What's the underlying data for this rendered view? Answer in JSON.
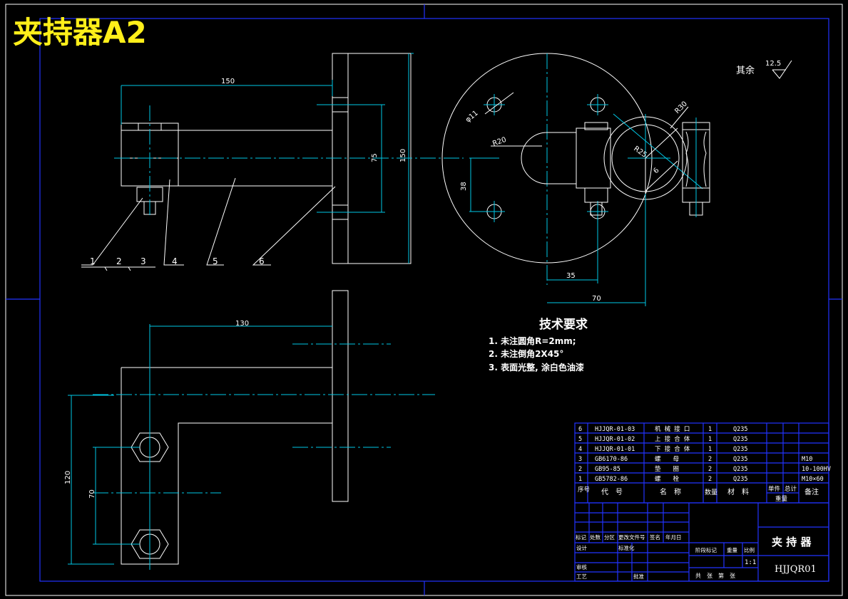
{
  "title": "夹持器A2",
  "surface_note": {
    "label": "其余",
    "value": "12.5"
  },
  "dims": {
    "d150_top": "150",
    "d75": "75",
    "d150_side": "150",
    "d130": "130",
    "d120": "120",
    "d70_left": "70",
    "d35": "35",
    "d70_bottom": "70",
    "d38": "38",
    "phi11": "φ11",
    "r20": "R20",
    "r30": "R30",
    "r25": "R25",
    "d6": "6"
  },
  "balloons": [
    "1",
    "2",
    "3",
    "4",
    "5",
    "6"
  ],
  "tech_req": {
    "heading": "技术要求",
    "items": [
      "1. 未注圆角R=2mm;",
      "2. 未注倒角2X45°",
      "3. 表面光整, 涂白色油漆"
    ]
  },
  "bom": {
    "rows": [
      {
        "no": "6",
        "code": "HJJQR-01-03",
        "name": "机 械 接 口",
        "qty": "1",
        "mat": "Q235",
        "note": ""
      },
      {
        "no": "5",
        "code": "HJJQR-01-02",
        "name": "上 接 合 体",
        "qty": "1",
        "mat": "Q235",
        "note": ""
      },
      {
        "no": "4",
        "code": "HJJQR-01-01",
        "name": "下 接 合 体",
        "qty": "1",
        "mat": "Q235",
        "note": ""
      },
      {
        "no": "3",
        "code": "GB6170-86",
        "name": "螺　　母",
        "qty": "2",
        "mat": "Q235",
        "note": "M10"
      },
      {
        "no": "2",
        "code": "GB95-85",
        "name": "垫　　圈",
        "qty": "2",
        "mat": "Q235",
        "note": "10-100HV"
      },
      {
        "no": "1",
        "code": "GB5782-86",
        "name": "螺　　栓",
        "qty": "2",
        "mat": "Q235",
        "note": "M10×60"
      }
    ],
    "header": {
      "no": "序号",
      "code": "代　号",
      "name": "名　称",
      "qty": "数量",
      "mat": "材　料",
      "unit": "单件",
      "total": "总计",
      "weight": "重量",
      "note": "备注"
    }
  },
  "title_block": {
    "part_name": "夹 持 器",
    "drawing_no": "HJJQR01",
    "scale": "1:1",
    "labels": {
      "mark": "标记",
      "count": "处数",
      "zone": "分区",
      "doc": "更改文件号",
      "sign": "签名",
      "date": "年月日",
      "design": "设计",
      "std": "标准化",
      "review": "审核",
      "process": "工艺",
      "approve": "批准",
      "stage": "阶段标记",
      "weight": "重量",
      "ratio": "比例",
      "sheets": "共　张　第　张"
    }
  }
}
